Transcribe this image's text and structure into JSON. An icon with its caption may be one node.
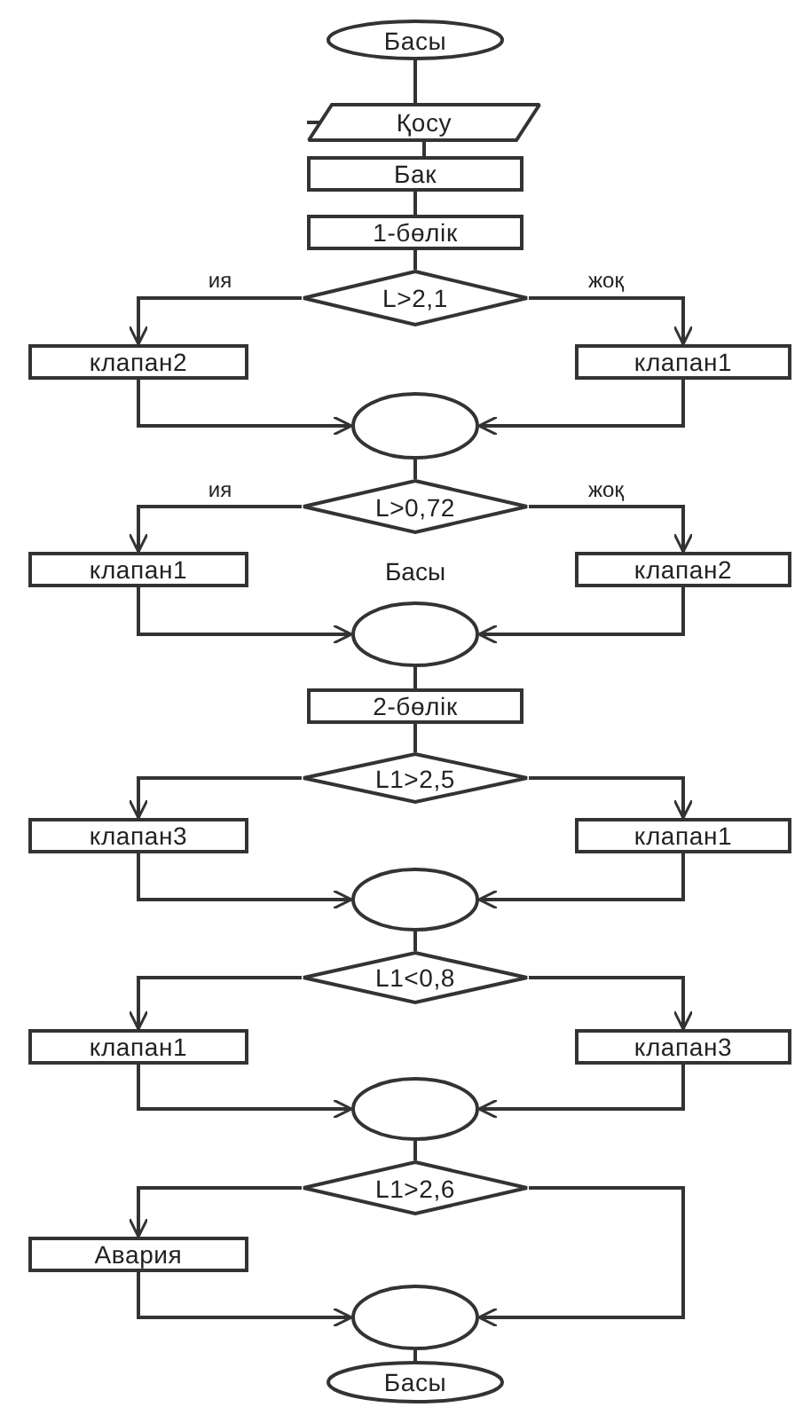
{
  "diagram": {
    "nodes": [
      {
        "text": [
          "Басы"
        ]
      },
      {
        "text": [
          "Қосу"
        ]
      },
      {
        "text": [
          "Бак"
        ]
      },
      {
        "text": [
          "1-бөлік"
        ]
      },
      {
        "text": [
          "L>2,1"
        ]
      },
      {
        "text": [
          "клапан2"
        ]
      },
      {
        "text": [
          "клапан1"
        ]
      },
      {
        "text": [],
        "shape": "circle"
      },
      {
        "text": [
          "L>0,72"
        ]
      },
      {
        "text": [
          "клапан1"
        ]
      },
      {
        "text": [
          "клапан2"
        ]
      },
      {
        "text": [],
        "shape": "circle"
      },
      {
        "text": [
          "2-бөлік"
        ]
      },
      {
        "text": [
          "L1>2,5"
        ]
      },
      {
        "text": [
          "клапан3"
        ]
      },
      {
        "text": [
          "клапан1"
        ]
      },
      {
        "text": [],
        "shape": "circle"
      },
      {
        "text": [
          "L1<0,8"
        ]
      },
      {
        "text": [
          "клапан1"
        ]
      },
      {
        "text": [
          "клапан3"
        ]
      },
      {
        "text": [],
        "shape": "circle"
      },
      {
        "text": [
          "L1>2,6"
        ]
      },
      {
        "text": [
          "Авария"
        ]
      },
      {
        "text": [],
        "shape": "circle"
      },
      {
        "text": [
          "Басы"
        ]
      }
    ],
    "edges": [
      {
        "from": 0,
        "to": 1,
        "arrow": "none"
      },
      {
        "from": 1,
        "to": 2,
        "arrow": "none"
      },
      {
        "from": 2,
        "to": 3,
        "arrow": "none"
      },
      {
        "from": 3,
        "to": 4,
        "arrow": "none"
      },
      {
        "from": 4,
        "to": 5,
        "arrow": "to",
        "label": "ия"
      },
      {
        "from": 4,
        "to": 6,
        "arrow": "to",
        "label": "жоқ"
      },
      {
        "from": 5,
        "to": 7,
        "arrow": "to"
      },
      {
        "from": 6,
        "to": 7,
        "arrow": "to"
      },
      {
        "from": 7,
        "to": 8,
        "arrow": "none"
      },
      {
        "from": 8,
        "to": 9,
        "arrow": "to",
        "label": "ия"
      },
      {
        "from": 8,
        "to": 10,
        "arrow": "to",
        "label": "жоқ"
      },
      {
        "from": 9,
        "to": 11,
        "arrow": "to"
      },
      {
        "from": 10,
        "to": 11,
        "arrow": "to"
      },
      {
        "from": 11,
        "to": 12,
        "arrow": "none"
      },
      {
        "from": 12,
        "to": 13,
        "arrow": "none"
      },
      {
        "from": 13,
        "to": 14,
        "arrow": "to"
      },
      {
        "from": 13,
        "to": 15,
        "arrow": "to"
      },
      {
        "from": 14,
        "to": 16,
        "arrow": "to"
      },
      {
        "from": 15,
        "to": 16,
        "arrow": "to"
      },
      {
        "from": 16,
        "to": 17,
        "arrow": "none"
      },
      {
        "from": 17,
        "to": 18,
        "arrow": "to"
      },
      {
        "from": 17,
        "to": 19,
        "arrow": "to"
      },
      {
        "from": 18,
        "to": 20,
        "arrow": "to"
      },
      {
        "from": 19,
        "to": 20,
        "arrow": "to"
      },
      {
        "from": 20,
        "to": 21,
        "arrow": "none"
      },
      {
        "from": 21,
        "to": 22,
        "arrow": "to"
      },
      {
        "from": 21,
        "to": 23,
        "arrow": "to"
      },
      {
        "from": 22,
        "to": 23,
        "arrow": "to"
      },
      {
        "from": 23,
        "to": 24,
        "arrow": "none"
      }
    ],
    "labels": [
      "Басы"
    ]
  }
}
